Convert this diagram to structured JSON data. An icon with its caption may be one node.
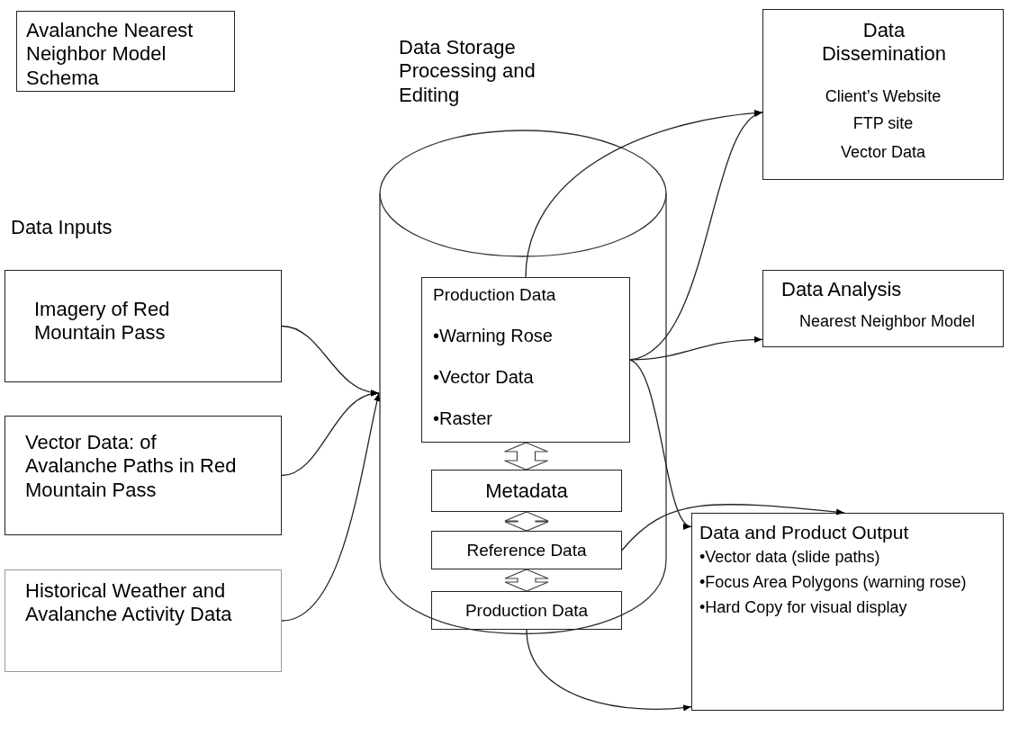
{
  "diagram": {
    "nodes": [
      {
        "text": [
          "Avalanche Nearest Neighbor Model Schema"
        ]
      },
      {
        "text": [
          "Imagery of Red Mountain Pass"
        ]
      },
      {
        "text": [
          "Vector Data: of Avalanche Paths in Red Mountain Pass"
        ]
      },
      {
        "text": [
          "Historical Weather and Avalanche Activity Data"
        ]
      },
      {
        "text": [
          "Data Storage Processing and Editing"
        ]
      },
      {
        "text": [
          "Production Data",
          "•Warning Rose",
          "•Vector Data",
          "•Raster"
        ],
        "in": 4
      },
      {
        "text": [
          "Metadata"
        ],
        "in": 4
      },
      {
        "text": [
          "Reference Data"
        ],
        "in": 4
      },
      {
        "text": [
          "Production Data"
        ],
        "in": 4
      },
      {
        "text": [
          "Data Dissemination",
          "Client’s Website",
          "FTP site",
          "Vector Data"
        ]
      },
      {
        "text": [
          "Data Analysis",
          "Nearest Neighbor Model"
        ]
      },
      {
        "text": [
          "Data and Product Output",
          "•Vector data (slide paths)",
          "•Focus Area Polygons (warning rose)",
          "•Hard Copy for visual display"
        ]
      }
    ],
    "edges": [
      {
        "from": 1,
        "to": 4,
        "arrow": "to"
      },
      {
        "from": 2,
        "to": 4,
        "arrow": "to"
      },
      {
        "from": 3,
        "to": 4,
        "arrow": "to"
      },
      {
        "from": 5,
        "to": 9,
        "arrow": "to"
      },
      {
        "from": 5,
        "to": 9,
        "arrow": "to"
      },
      {
        "from": 5,
        "to": 10,
        "arrow": "to"
      },
      {
        "from": 5,
        "to": 11,
        "arrow": "to"
      },
      {
        "from": 7,
        "to": 11,
        "arrow": "to"
      },
      {
        "from": 8,
        "to": 11,
        "arrow": "to"
      },
      {
        "from": 5,
        "to": 6,
        "arrow": "both"
      },
      {
        "from": 6,
        "to": 7,
        "arrow": "both"
      },
      {
        "from": 7,
        "to": 8,
        "arrow": "both"
      }
    ],
    "labels": [
      "Data Inputs"
    ]
  }
}
